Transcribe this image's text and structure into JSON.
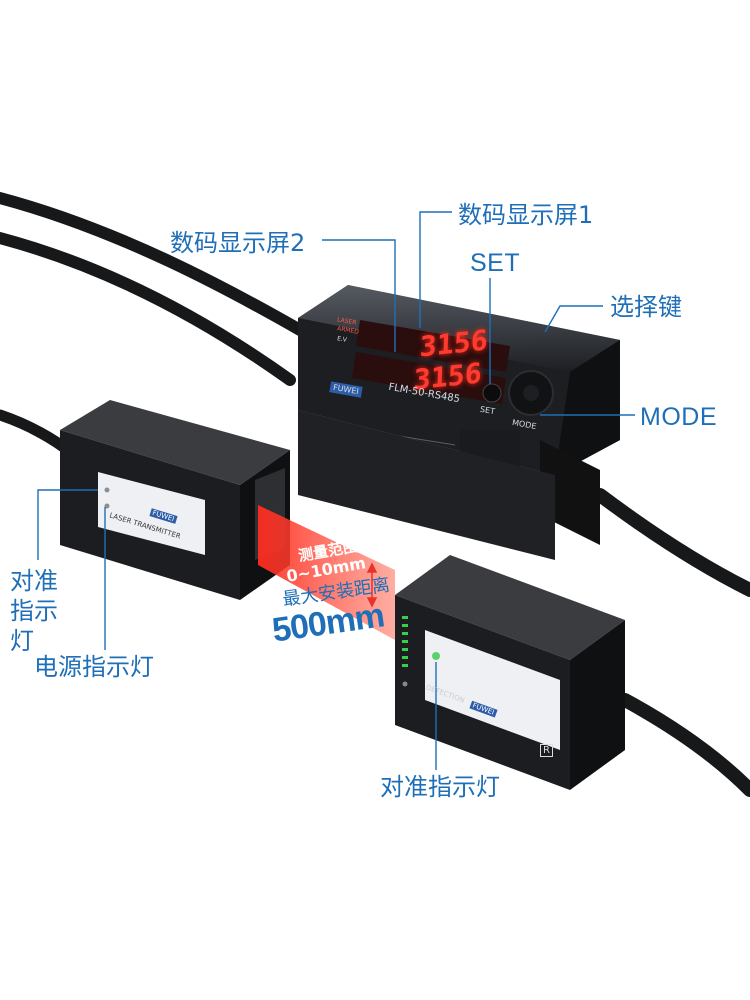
{
  "callouts": {
    "display1": "数码显示屏1",
    "display2": "数码显示屏2",
    "set": "SET",
    "select_key": "选择键",
    "mode": "MODE",
    "align_indicator_left": "对准指示灯",
    "power_indicator": "电源指示灯",
    "align_indicator_bottom": "对准指示灯"
  },
  "range": {
    "label": "测量范围",
    "value": "0~10mm",
    "max_install_label": "最大安装距离",
    "max_install_value": "500mm"
  },
  "controller": {
    "model": "FLM-50-RS485",
    "brand": "FUWEI",
    "display1_reading": "3156",
    "display2_reading": "3156",
    "button_set": "SET",
    "button_mode": "MODE",
    "indicators": [
      "LASER",
      "ARMED",
      "E.V"
    ]
  },
  "transmitter": {
    "label": "LASER TRANSMITTER",
    "brand": "FUWEI"
  },
  "receiver": {
    "label": "DETECTION",
    "brand": "FUWEI",
    "side_mark": "R"
  },
  "colors": {
    "callout": "#1f6fb8",
    "laser": "#e8332a",
    "body": "#1b1c1f"
  }
}
